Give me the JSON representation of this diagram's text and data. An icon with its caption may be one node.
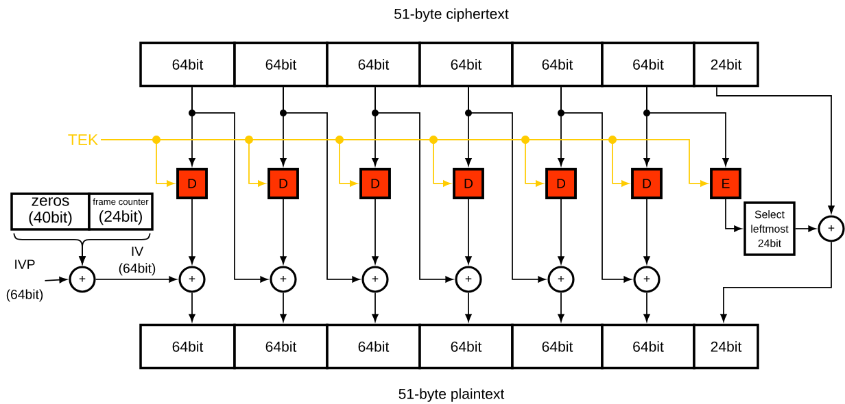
{
  "diagram": {
    "title": "51-byte ciphertext",
    "caption": "51-byte plaintext",
    "nodes": [
      {
        "text": [
          "64bit"
        ]
      },
      {
        "text": [
          "64bit"
        ]
      },
      {
        "text": [
          "64bit"
        ]
      },
      {
        "text": [
          "64bit"
        ]
      },
      {
        "text": [
          "64bit"
        ]
      },
      {
        "text": [
          "64bit"
        ]
      },
      {
        "text": [
          "24bit"
        ]
      },
      {
        "text": [
          "64bit"
        ]
      },
      {
        "text": [
          "64bit"
        ]
      },
      {
        "text": [
          "64bit"
        ]
      },
      {
        "text": [
          "64bit"
        ]
      },
      {
        "text": [
          "64bit"
        ]
      },
      {
        "text": [
          "64bit"
        ]
      },
      {
        "text": [
          "24bit"
        ]
      },
      {
        "text": [
          "D"
        ]
      },
      {
        "text": [
          "D"
        ]
      },
      {
        "text": [
          "D"
        ]
      },
      {
        "text": [
          "D"
        ]
      },
      {
        "text": [
          "D"
        ]
      },
      {
        "text": [
          "D"
        ]
      },
      {
        "text": [
          "E"
        ]
      },
      {
        "text": [
          "Select leftmost 24bit"
        ]
      },
      {
        "text": [
          "zeros",
          "(40bit)"
        ]
      },
      {
        "text": [
          "frame counter",
          "(24bit)"
        ]
      },
      {
        "text": [
          "+"
        ]
      },
      {
        "text": [
          "+"
        ]
      },
      {
        "text": [
          "+"
        ]
      },
      {
        "text": [
          "+"
        ]
      },
      {
        "text": [
          "+"
        ]
      },
      {
        "text": [
          "+"
        ]
      },
      {
        "text": [
          "+"
        ]
      },
      {
        "text": [
          "+"
        ]
      },
      {
        "text": [
          "TEK"
        ]
      },
      {
        "text": [
          "IVP",
          "(64bit)"
        ]
      }
    ],
    "edges": [
      {
        "from": 0,
        "to": 14,
        "arrow": "to"
      },
      {
        "from": 1,
        "to": 15,
        "arrow": "to"
      },
      {
        "from": 2,
        "to": 16,
        "arrow": "to"
      },
      {
        "from": 3,
        "to": 17,
        "arrow": "to"
      },
      {
        "from": 4,
        "to": 18,
        "arrow": "to"
      },
      {
        "from": 5,
        "to": 19,
        "arrow": "to"
      },
      {
        "from": 0,
        "to": 26,
        "arrow": "to"
      },
      {
        "from": 1,
        "to": 27,
        "arrow": "to"
      },
      {
        "from": 2,
        "to": 28,
        "arrow": "to"
      },
      {
        "from": 3,
        "to": 29,
        "arrow": "to"
      },
      {
        "from": 4,
        "to": 30,
        "arrow": "to"
      },
      {
        "from": 5,
        "to": 20,
        "arrow": "to"
      },
      {
        "from": 6,
        "to": 31,
        "arrow": "to"
      },
      {
        "from": 14,
        "to": 25,
        "arrow": "to"
      },
      {
        "from": 15,
        "to": 26,
        "arrow": "to"
      },
      {
        "from": 16,
        "to": 27,
        "arrow": "to"
      },
      {
        "from": 17,
        "to": 28,
        "arrow": "to"
      },
      {
        "from": 18,
        "to": 29,
        "arrow": "to"
      },
      {
        "from": 19,
        "to": 30,
        "arrow": "to"
      },
      {
        "from": 20,
        "to": 21,
        "arrow": "to"
      },
      {
        "from": 21,
        "to": 31,
        "arrow": "to"
      },
      {
        "from": 25,
        "to": 7,
        "arrow": "to"
      },
      {
        "from": 26,
        "to": 8,
        "arrow": "to"
      },
      {
        "from": 27,
        "to": 9,
        "arrow": "to"
      },
      {
        "from": 28,
        "to": 10,
        "arrow": "to"
      },
      {
        "from": 29,
        "to": 11,
        "arrow": "to"
      },
      {
        "from": 30,
        "to": 12,
        "arrow": "to"
      },
      {
        "from": 31,
        "to": 13,
        "arrow": "to"
      },
      {
        "from": 32,
        "to": 14,
        "arrow": "to",
        "color": "#ffcc00"
      },
      {
        "from": 32,
        "to": 15,
        "arrow": "to",
        "color": "#ffcc00"
      },
      {
        "from": 32,
        "to": 16,
        "arrow": "to",
        "color": "#ffcc00"
      },
      {
        "from": 32,
        "to": 17,
        "arrow": "to",
        "color": "#ffcc00"
      },
      {
        "from": 32,
        "to": 18,
        "arrow": "to",
        "color": "#ffcc00"
      },
      {
        "from": 32,
        "to": 19,
        "arrow": "to",
        "color": "#ffcc00"
      },
      {
        "from": 32,
        "to": 20,
        "arrow": "to",
        "color": "#ffcc00"
      },
      {
        "from": 33,
        "to": 24,
        "arrow": "to"
      },
      {
        "from": 24,
        "to": 25,
        "arrow": "to",
        "label": "IV (64bit)"
      },
      {
        "from": 22,
        "to": 24,
        "arrow": "to"
      },
      {
        "from": 23,
        "to": 24,
        "arrow": "to"
      }
    ]
  }
}
